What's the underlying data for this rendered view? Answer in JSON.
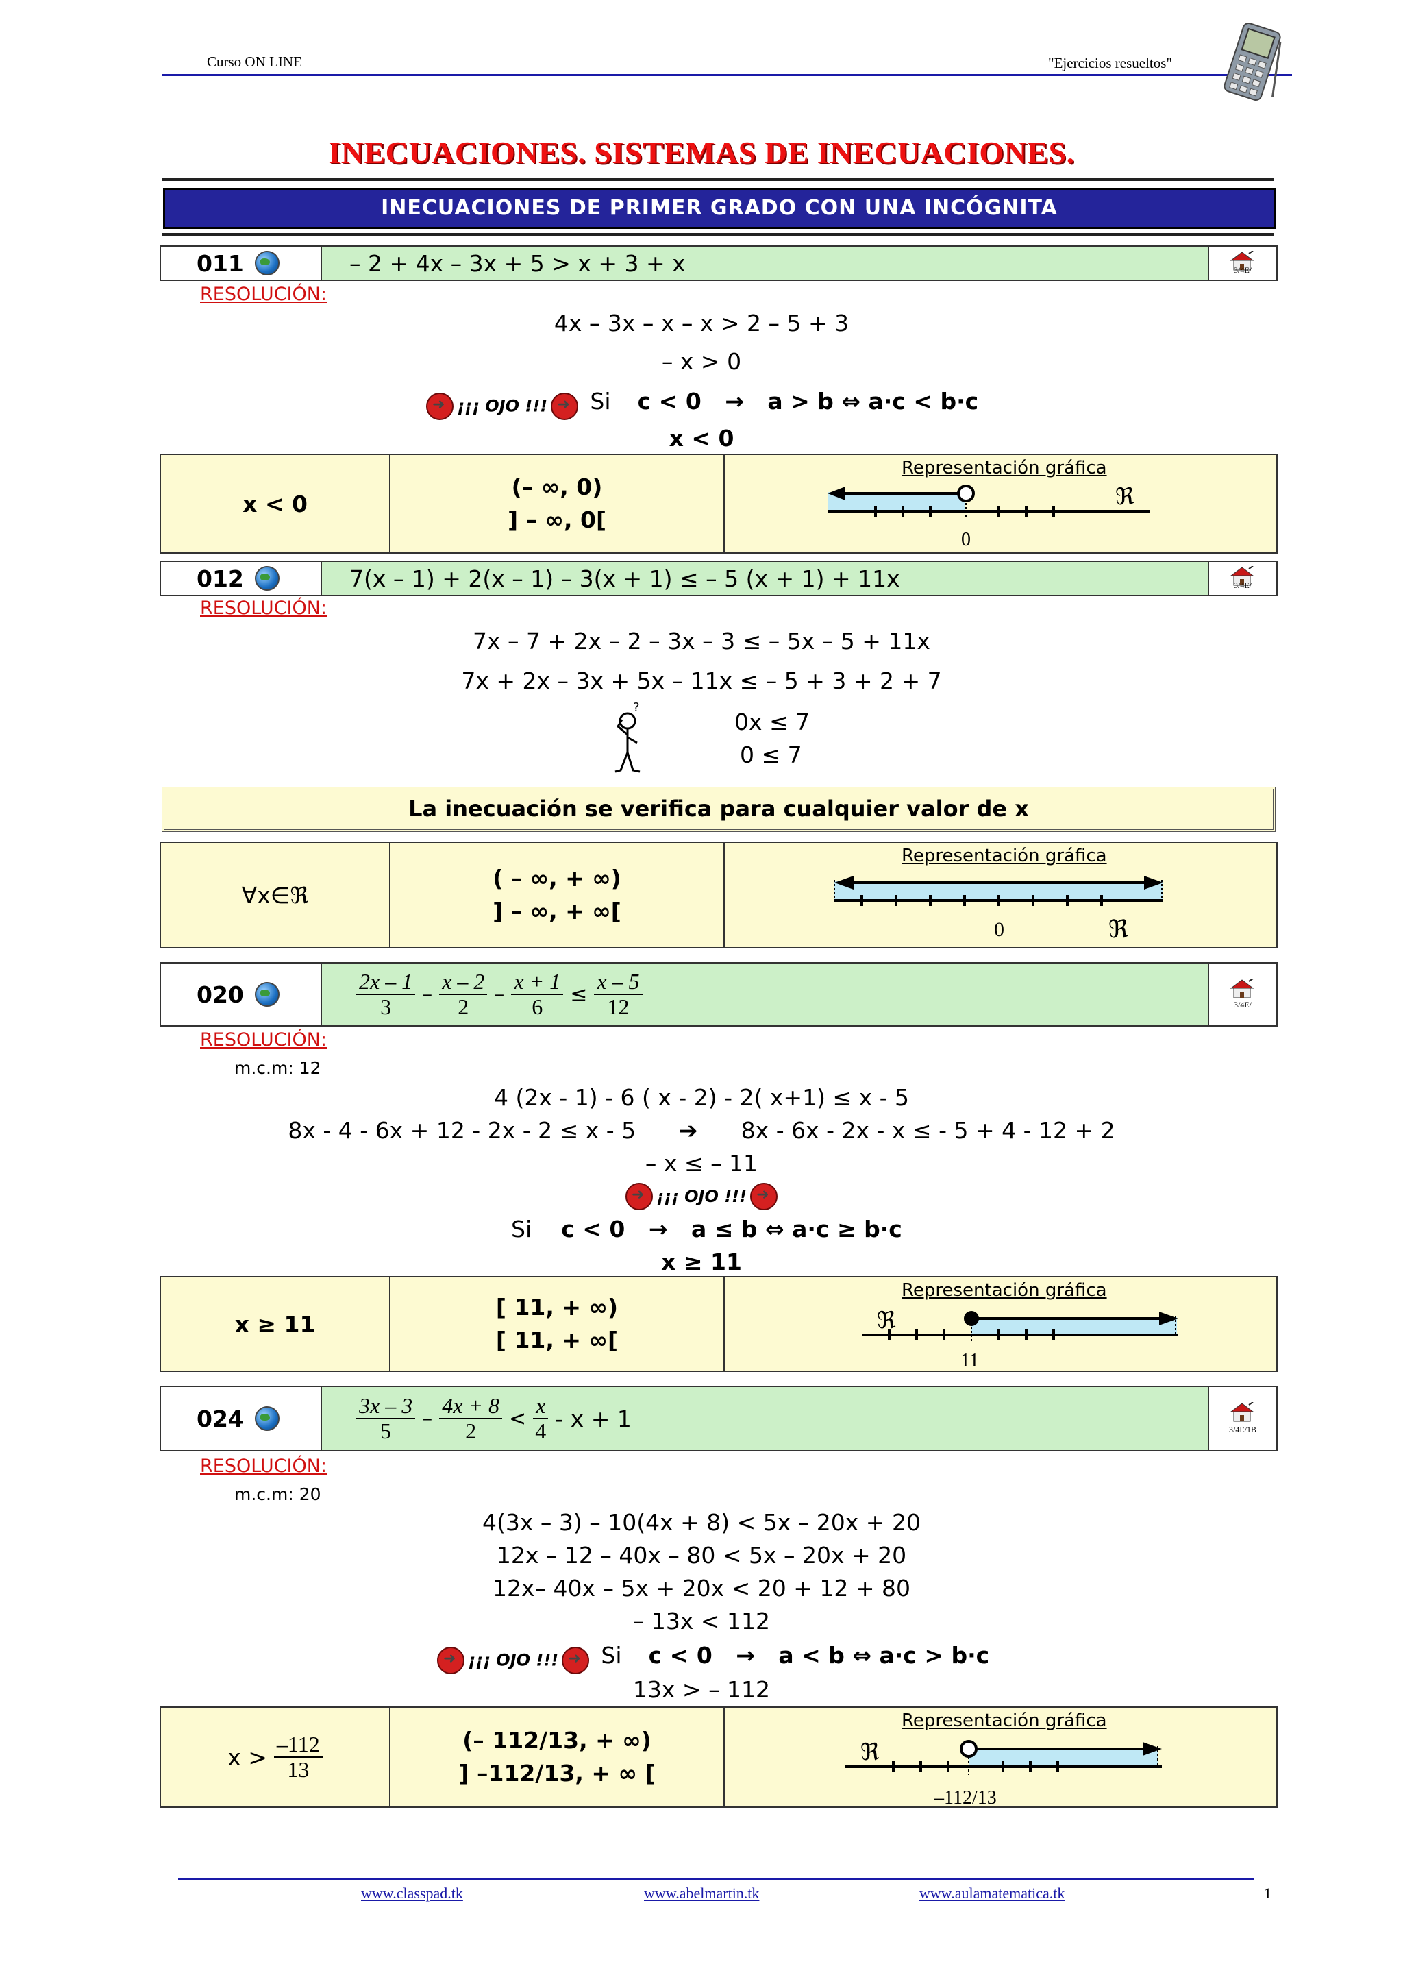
{
  "header": {
    "left": "Curso ON LINE",
    "right": "\"Ejercicios resueltos\""
  },
  "title": "INECUACIONES. SISTEMAS DE INECUACIONES.",
  "section": "INECUACIONES DE PRIMER GRADO CON UNA INCÓGNITA",
  "resol_label": "RESOLUCIÓN:",
  "graf_label": "Representación gráfica",
  "ojo": "¡¡¡ OJO !!!",
  "real_symbol": "ℜ",
  "ex011": {
    "num": "011",
    "expr": "– 2 + 4x – 3x + 5 > x + 3 + x",
    "level": "3/4E/",
    "steps": [
      "4x – 3x – x – x > 2 – 5 + 3",
      "– x > 0"
    ],
    "rule_si": "Si",
    "rule": "c < 0   →   a > b ⇔ a·c < b·c",
    "conclusion": "x < 0",
    "sol": "x < 0",
    "int1": "(– ∞, 0)",
    "int2": "] – ∞, 0[",
    "axis_label": "0"
  },
  "ex012": {
    "num": "012",
    "expr": "7(x – 1) + 2(x – 1) – 3(x + 1) ≤ – 5 (x + 1) + 11x",
    "level": "3/4E/",
    "steps": [
      "7x – 7 + 2x – 2 – 3x – 3 ≤ – 5x – 5 + 11x",
      "7x + 2x – 3x + 5x – 11x ≤ – 5 + 3 + 2 + 7",
      "0x ≤ 7",
      "0 ≤ 7"
    ],
    "verif": "La inecuación se verifica para cualquier valor de x",
    "sol": "∀x∈ℜ",
    "int1": "( – ∞, + ∞)",
    "int2": "] – ∞, + ∞[",
    "axis_label": "0"
  },
  "ex020": {
    "num": "020",
    "level": "3/4E/",
    "frac1_num": "2x – 1",
    "frac1_den": "3",
    "frac2_num": "x – 2",
    "frac2_den": "2",
    "frac3_num": "x + 1",
    "frac3_den": "6",
    "frac4_num": "x – 5",
    "frac4_den": "12",
    "op_minus": "–",
    "op_le": "≤",
    "mcm": "m.c.m: 12",
    "steps": [
      "4 (2x - 1) - 6 ( x - 2) - 2( x+1) ≤ x - 5",
      "8x - 4 - 6x + 12 - 2x - 2 ≤ x - 5      ➔      8x - 6x - 2x - x ≤ - 5 + 4 - 12 + 2",
      "– x ≤  – 11"
    ],
    "rule_si": "Si",
    "rule": "c < 0   →   a ≤ b ⇔ a·c ≥ b·c",
    "conclusion": "x ≥ 11",
    "sol": "x ≥ 11",
    "int1": "[ 11, + ∞)",
    "int2": "[ 11, + ∞[",
    "axis_label": "11"
  },
  "ex024": {
    "num": "024",
    "level": "3/4E/1B",
    "frac1_num": "3x – 3",
    "frac1_den": "5",
    "frac2_num": "4x + 8",
    "frac2_den": "2",
    "frac3_num": "x",
    "frac3_den": "4",
    "op_minus": "–",
    "op_lt": "<",
    "tail": "- x + 1",
    "mcm": "m.c.m: 20",
    "steps": [
      "4(3x – 3) – 10(4x + 8) < 5x – 20x + 20",
      "12x – 12 – 40x – 80 < 5x – 20x + 20",
      "12x– 40x – 5x + 20x < 20 + 12 + 80",
      "– 13x < 112"
    ],
    "rule_si": "Si",
    "rule": "c < 0   →   a < b ⇔ a·c > b·c",
    "conclusion": "13x > – 112",
    "sol_prefix": "x >",
    "sol_num": "–112",
    "sol_den": "13",
    "int1": "(– 112/13, + ∞)",
    "int2": "] –112/13, + ∞ [",
    "axis_label": "–112/13"
  },
  "footer": {
    "links": [
      "www.classpad.tk",
      "www.abelmartin.tk",
      "www.aulamatematica.tk"
    ],
    "page": "1"
  },
  "colors": {
    "title_red": "#ee1111",
    "banner_blue": "#24249a",
    "row_green": "#ccf0c8",
    "table_yellow": "#fdfad2",
    "axis_fill": "#bfe8f5"
  }
}
